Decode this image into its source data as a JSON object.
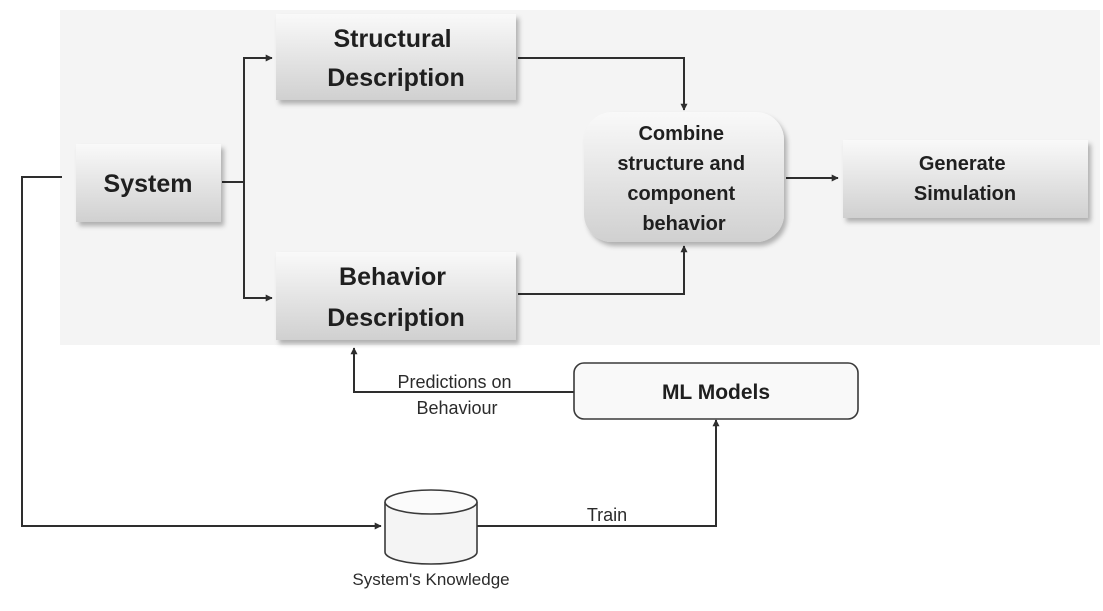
{
  "nodes": {
    "system": "System",
    "structural_description": [
      "Structural",
      "Description"
    ],
    "behavior_description": [
      "Behavior",
      "Description"
    ],
    "combine": [
      "Combine",
      "structure and",
      "component",
      "behavior"
    ],
    "generate_simulation": [
      "Generate",
      "Simulation"
    ],
    "ml_models": "ML Models",
    "knowledge_db": "System's Knowledge"
  },
  "edges": {
    "predictions": [
      "Predictions on",
      "Behaviour"
    ],
    "train": "Train"
  },
  "colors": {
    "box_fill_top": "#f7f7f7",
    "box_fill_bottom": "#d2d2d2",
    "arrow": "#2e2e2e",
    "panel_background": "#f4f4f4"
  }
}
